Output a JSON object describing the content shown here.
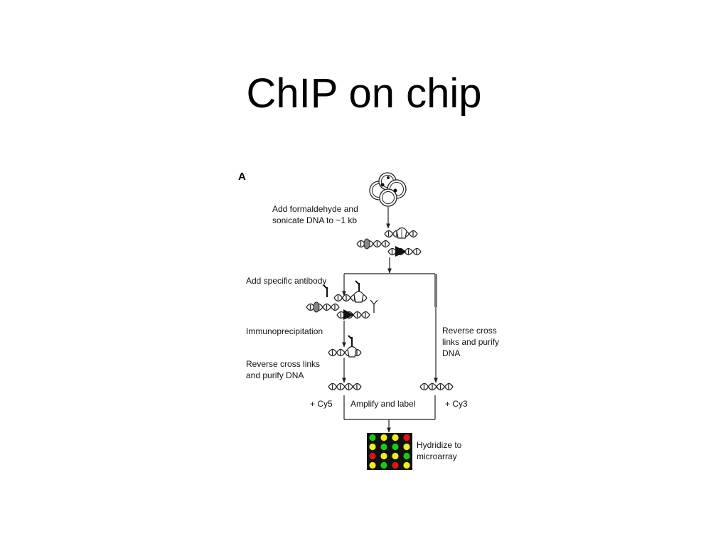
{
  "slide": {
    "title": "ChIP on chip"
  },
  "diagram": {
    "panel_letter": "A",
    "steps": {
      "crosslink": [
        "Add formaldehyde and",
        "sonicate DNA to ~1 kb"
      ],
      "antibody": "Add specific antibody",
      "immunoprecipitation": "Immunoprecipitation",
      "reverse_left": [
        "Reverse cross links",
        "and purify DNA"
      ],
      "reverse_right": [
        "Reverse cross",
        "links and purify",
        "DNA"
      ],
      "cy5": "+ Cy5",
      "amplify": "Amplify and label",
      "cy3": "+ Cy3",
      "hybridize": [
        "Hydridize to",
        "microarray"
      ]
    },
    "microarray": {
      "colors": {
        "green": "#19c819",
        "yellow": "#f2ee1a",
        "red": "#e01414",
        "background": "#111111"
      },
      "grid": [
        [
          "green",
          "yellow",
          "yellow",
          "red"
        ],
        [
          "yellow",
          "green",
          "green",
          "yellow"
        ],
        [
          "red",
          "yellow",
          "yellow",
          "green"
        ],
        [
          "yellow",
          "green",
          "red",
          "yellow"
        ]
      ]
    }
  }
}
